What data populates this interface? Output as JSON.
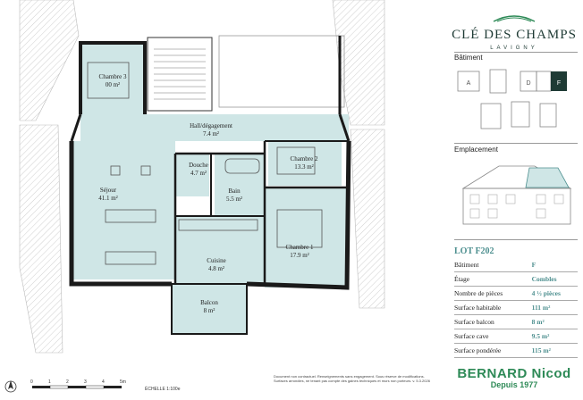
{
  "brand": {
    "title": "CLÉ DES CHAMPS",
    "subtitle": "LAVIGNY"
  },
  "batiment_panel": {
    "title": "Bâtiment",
    "buildings": [
      "A",
      "D",
      "F"
    ]
  },
  "emplacement_panel": {
    "title": "Emplacement"
  },
  "lot": {
    "title": "LOT F202",
    "rows": [
      {
        "label": "Bâtiment",
        "value": "F"
      },
      {
        "label": "Étage",
        "value": "Combles"
      },
      {
        "label": "Nombre de pièces",
        "value": "4 ½ pièces"
      },
      {
        "label": "Surface habitable",
        "value": "111 m²"
      },
      {
        "label": "Surface balcon",
        "value": "8 m²"
      },
      {
        "label": "Surface cave",
        "value": "9.5 m²"
      },
      {
        "label": "Surface pondérée",
        "value": "115 m²"
      }
    ]
  },
  "rooms": {
    "chambre3": {
      "name": "Chambre 3",
      "area": "00 m²"
    },
    "hall": {
      "name": "Hall/dégagement",
      "area": "7.4 m²"
    },
    "chambre2": {
      "name": "Chambre 2",
      "area": "13.3 m²"
    },
    "douche": {
      "name": "Douche",
      "area": "4.7 m²"
    },
    "sejour": {
      "name": "Séjour",
      "area": "41.1 m²"
    },
    "bain": {
      "name": "Bain",
      "area": "5.5 m²"
    },
    "chambre1": {
      "name": "Chambre 1",
      "area": "17.9 m²"
    },
    "cuisine": {
      "name": "Cuisine",
      "area": "4.8 m²"
    },
    "balcon": {
      "name": "Balcon",
      "area": "8 m²"
    }
  },
  "scale": {
    "ticks": [
      "0",
      "1",
      "2",
      "3",
      "4",
      "5m"
    ],
    "label": "ÉCHELLE 1:100e"
  },
  "disclaimer": "Document non contractuel. Renseignements sans engagement. Sous réserve de modifications. Surfaces arrondies, ne tenant pas compte des gaines techniques et murs non porteurs. v. 5.3.2026",
  "company": {
    "name": "BERNARD Nicod",
    "since": "Depuis 1977"
  },
  "colors": {
    "room_fill": "#cfe6e6",
    "accent": "#4d8f8f",
    "brand_green": "#2e8a57",
    "wall": "#1a1a1a"
  }
}
